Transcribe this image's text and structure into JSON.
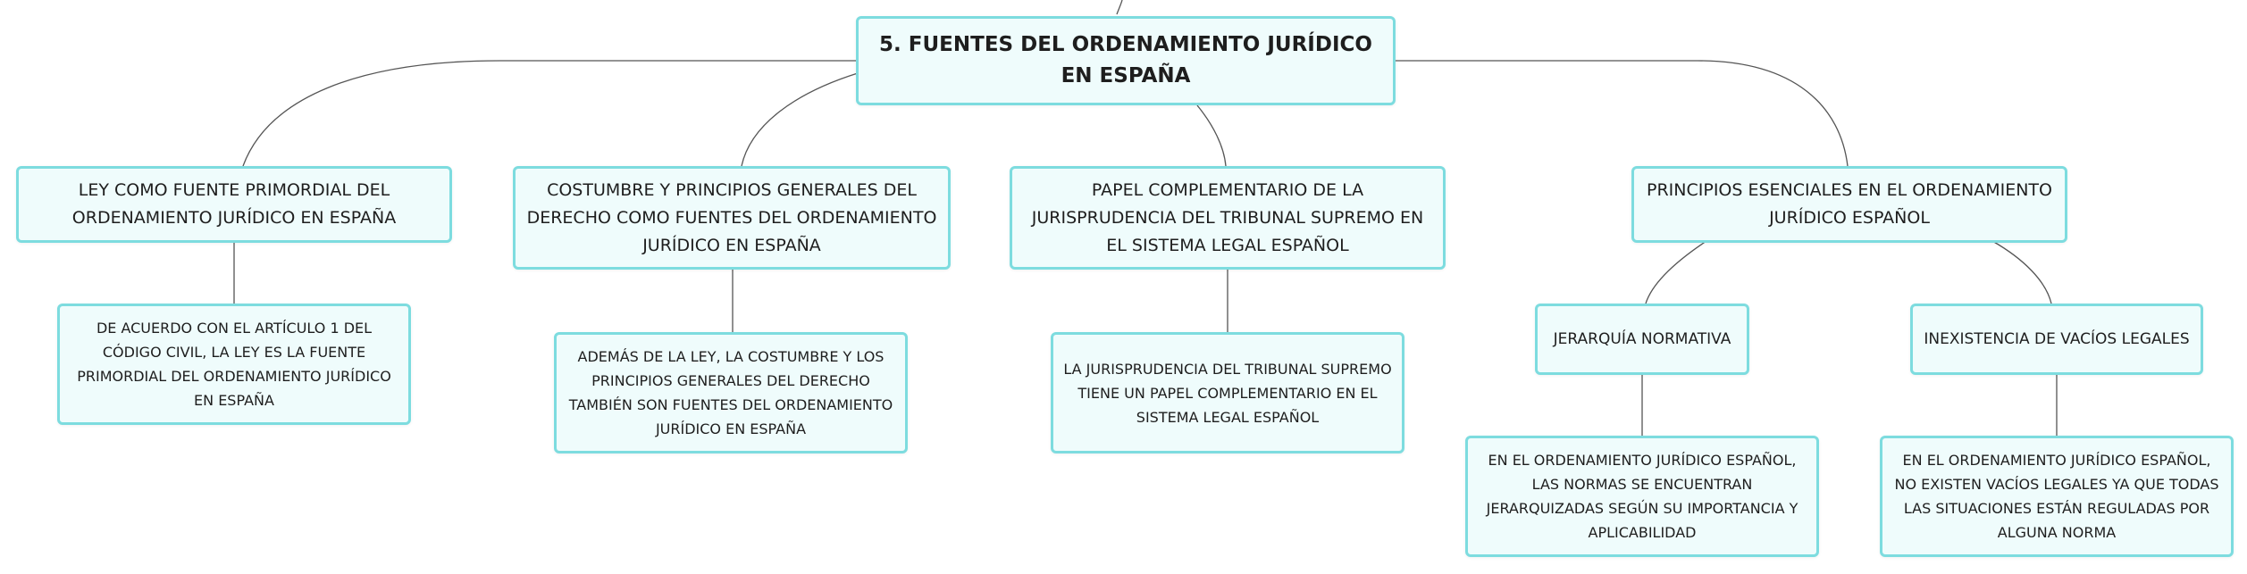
{
  "diagram": {
    "root": {
      "label": "5. FUENTES DEL ORDENAMIENTO JURÍDICO EN ESPAÑA"
    },
    "branches": [
      {
        "label": "LEY COMO FUENTE PRIMORDIAL DEL ORDENAMIENTO JURÍDICO EN ESPAÑA",
        "children": [
          {
            "label": "DE ACUERDO CON EL ARTÍCULO 1 DEL CÓDIGO CIVIL, LA LEY ES LA FUENTE PRIMORDIAL DEL ORDENAMIENTO JURÍDICO EN ESPAÑA"
          }
        ]
      },
      {
        "label": "COSTUMBRE Y PRINCIPIOS GENERALES DEL DERECHO COMO FUENTES DEL ORDENAMIENTO JURÍDICO EN ESPAÑA",
        "children": [
          {
            "label": "ADEMÁS DE LA LEY, LA COSTUMBRE Y LOS PRINCIPIOS GENERALES DEL DERECHO TAMBIÉN SON FUENTES DEL ORDENAMIENTO JURÍDICO EN ESPAÑA"
          }
        ]
      },
      {
        "label": "PAPEL COMPLEMENTARIO DE LA JURISPRUDENCIA DEL TRIBUNAL SUPREMO EN EL SISTEMA LEGAL ESPAÑOL",
        "children": [
          {
            "label": "LA JURISPRUDENCIA DEL TRIBUNAL SUPREMO TIENE UN PAPEL COMPLEMENTARIO EN EL SISTEMA LEGAL ESPAÑOL"
          }
        ]
      },
      {
        "label": "PRINCIPIOS ESENCIALES EN EL ORDENAMIENTO JURÍDICO ESPAÑOL",
        "children": [
          {
            "label": "JERARQUÍA NORMATIVA",
            "children": [
              {
                "label": "EN EL ORDENAMIENTO JURÍDICO ESPAÑOL, LAS NORMAS SE ENCUENTRAN JERARQUIZADAS SEGÚN SU IMPORTANCIA Y APLICABILIDAD"
              }
            ]
          },
          {
            "label": "INEXISTENCIA DE VACÍOS LEGALES",
            "children": [
              {
                "label": "EN EL ORDENAMIENTO JURÍDICO ESPAÑOL, NO EXISTEN VACÍOS LEGALES YA QUE TODAS LAS SITUACIONES ESTÁN REGULADAS POR ALGUNA NORMA"
              }
            ]
          }
        ]
      }
    ]
  },
  "colors": {
    "node_fill": "#effcfc",
    "node_border": "#7ddcdf",
    "connector": "#555555",
    "text": "#1e1e1e"
  }
}
